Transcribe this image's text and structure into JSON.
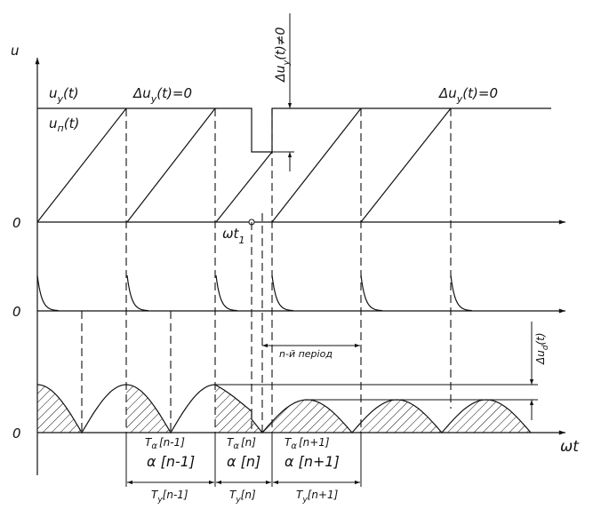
{
  "axes": {
    "u_label": "u",
    "zero_label": "0",
    "wt_label": "ωt"
  },
  "top_panel": {
    "uy_label": "u",
    "uy_sub": "y",
    "uy_tail": "(t)",
    "un_label": "u",
    "un_sub": "п",
    "un_tail": "(t)",
    "delta_zero_1": {
      "pre": "Δu",
      "sub": "y",
      "post": "(t)=0"
    },
    "delta_zero_2": {
      "pre": "Δu",
      "sub": "y",
      "post": "(t)=0"
    },
    "delta_nonzero": {
      "pre": "Δu",
      "sub": "y",
      "post": "(t)≠0"
    },
    "wt1": {
      "pre": "ωt",
      "sub": "1"
    }
  },
  "bottom_panel": {
    "period_label": "n-й період",
    "delta_ud": {
      "pre": "Δu",
      "sub": "d",
      "post": "(t)"
    },
    "intervals": [
      {
        "t_alpha": "T",
        "t_alpha_sub": "α",
        "t_alpha_idx": "[n-1]",
        "alpha": "α [n-1]",
        "ty": "T",
        "ty_sub": "y",
        "ty_idx": "[n-1]"
      },
      {
        "t_alpha": "T",
        "t_alpha_sub": "α",
        "t_alpha_idx": "[n]",
        "alpha": "α [n]",
        "ty": "T",
        "ty_sub": "y",
        "ty_idx": "[n]"
      },
      {
        "t_alpha": "T",
        "t_alpha_sub": "α",
        "t_alpha_idx": "[n+1]",
        "alpha": "α [n+1]",
        "ty": "T",
        "ty_sub": "y",
        "ty_idx": "[n+1]"
      }
    ]
  }
}
